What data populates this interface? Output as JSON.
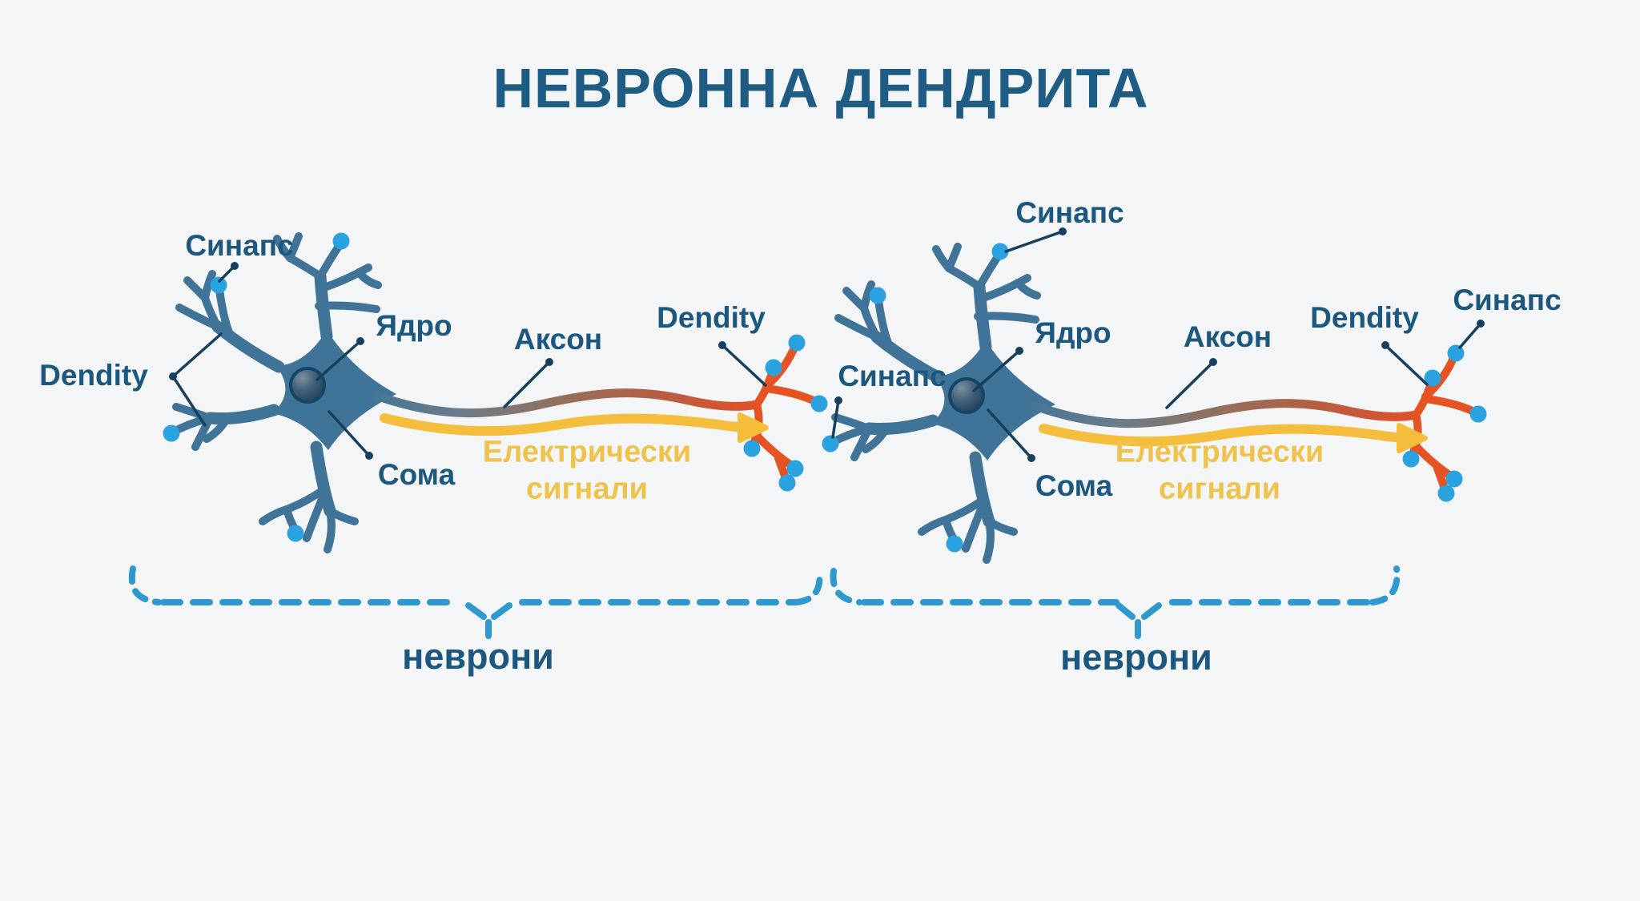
{
  "title": "НЕВРОННА ДЕНДРИТА",
  "colors": {
    "background": "#f4f5f6",
    "title_text": "#1e5c84",
    "label_text": "#1c577f",
    "neuron_body": "#3f7398",
    "nucleus_dark": "#1c3e58",
    "synapse_dot": "#2aa2e0",
    "axon_terminal_orange": "#e65322",
    "signal_arrow_yellow": "#f4bd3b",
    "signal_text_yellow": "#efc34b",
    "brace_blue": "#2f99cf",
    "pointer_line": "#163f5e"
  },
  "diagram": {
    "neuron1": {
      "synapse": "Синапс",
      "dendrite": "Dendity",
      "nucleus": "Ядро",
      "soma": "Сома",
      "axon": "Аксон",
      "terminal_dendrite": "Dendity",
      "signal_line1": "Електрически",
      "signal_line2": "сигнали",
      "group": "неврони"
    },
    "neuron2": {
      "synapse_top": "Синапс",
      "synapse_left": "Синапс",
      "synapse_right": "Синапс",
      "nucleus": "Ядро",
      "soma": "Сома",
      "axon": "Аксон",
      "terminal_dendrite": "Dendity",
      "signal_line1": "Електрически",
      "signal_line2": "сигнали",
      "group": "неврони"
    }
  }
}
